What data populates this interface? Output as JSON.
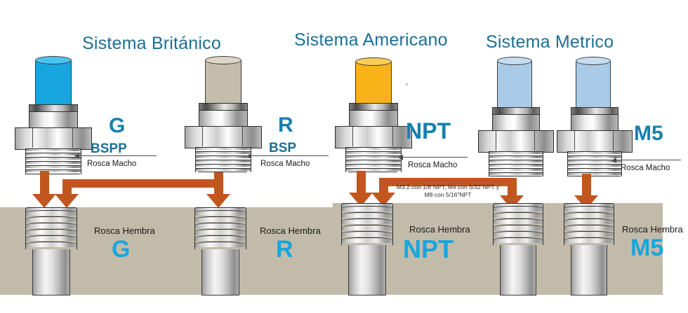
{
  "systems": [
    {
      "id": "britanico",
      "title": "Sistema Británico"
    },
    {
      "id": "americano",
      "title": "Sistema Americano"
    },
    {
      "id": "metrico",
      "title": "Sistema Metrico"
    }
  ],
  "male_row": {
    "caption": "Rosca Macho",
    "items": [
      {
        "id": "g",
        "code": "G",
        "sub": "BSPP",
        "plug_color": "#16a6dd",
        "caption": "Rosca Macho"
      },
      {
        "id": "r",
        "code": "R",
        "sub": "BSP",
        "plug_color": "#c5bdab",
        "caption": "Rosca Macho"
      },
      {
        "id": "npt",
        "code": "NPT",
        "sub": "",
        "plug_color": "#f7b318",
        "caption": "Rosca Macho"
      },
      {
        "id": "m5a",
        "code": "",
        "sub": "",
        "plug_color": "#aacbe8",
        "caption": ""
      },
      {
        "id": "m5",
        "code": "M5",
        "sub": "",
        "plug_color": "#aacbe8",
        "caption": "Rosca Macho"
      }
    ]
  },
  "female_row": {
    "caption": "Rosca Hembra",
    "items": [
      {
        "id": "g",
        "code": "G",
        "caption": "Rosca Hembra"
      },
      {
        "id": "r",
        "code": "R",
        "caption": "Rosca Hembra"
      },
      {
        "id": "npt",
        "code": "NPT",
        "caption": "Rosca Hembra"
      },
      {
        "id": "m5",
        "code": "M5",
        "caption": "Rosca Hembra"
      }
    ]
  },
  "note": {
    "line1": "M3.2 con 1/8\"NPT, M4 con 5/32\"NPT y",
    "line2": "M8 con 5/16\"NPT"
  },
  "colors": {
    "heading": "#1b6f96",
    "code_top": "#1580ac",
    "code_bottom": "#16a6dd",
    "arrow": "#c1561f",
    "band": "#c3bba9",
    "background": "#ffffff"
  }
}
